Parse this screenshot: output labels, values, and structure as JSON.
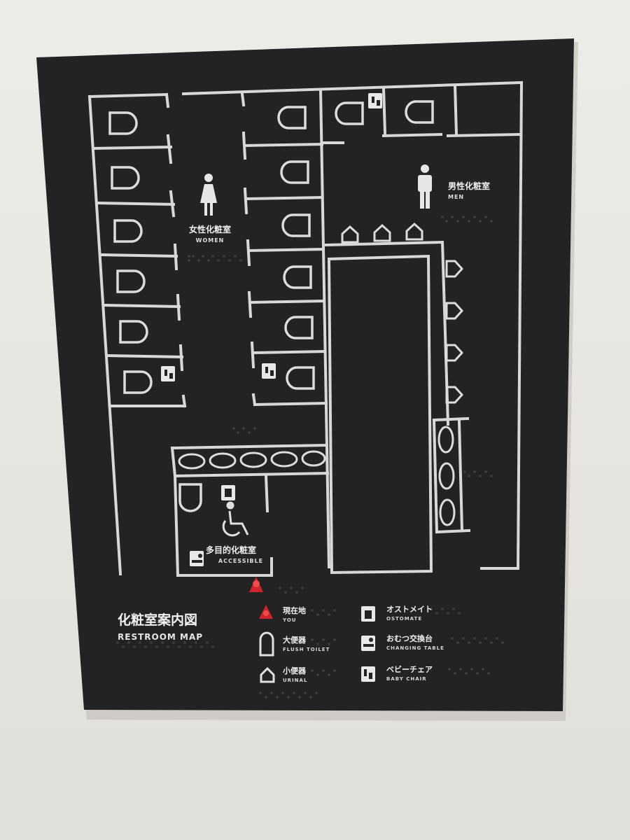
{
  "sign": {
    "title_jp": "化粧室案内図",
    "title_en": "RESTROOM MAP"
  },
  "rooms": {
    "women_jp": "女性化粧室",
    "women_en": "WOMEN",
    "men_jp": "男性化粧室",
    "men_en": "MEN",
    "accessible_jp": "多目的化粧室",
    "accessible_en": "ACCESSIBLE"
  },
  "legend": [
    {
      "jp": "現在地",
      "en": "YOU",
      "icon": "you-are-here-marker-icon"
    },
    {
      "jp": "大便器",
      "en": "FLUSH TOILET",
      "icon": "flush-toilet-icon"
    },
    {
      "jp": "小便器",
      "en": "URINAL",
      "icon": "urinal-icon"
    },
    {
      "jp": "オストメイト",
      "en": "OSTOMATE",
      "icon": "ostomate-icon"
    },
    {
      "jp": "おむつ交換台",
      "en": "CHANGING TABLE",
      "icon": "changing-table-icon"
    },
    {
      "jp": "ベビーチェア",
      "en": "BABY CHAIR",
      "icon": "baby-chair-icon"
    }
  ],
  "colors": {
    "board": "#232323",
    "line": "#d8d8d8",
    "marker": "#d0242c"
  }
}
